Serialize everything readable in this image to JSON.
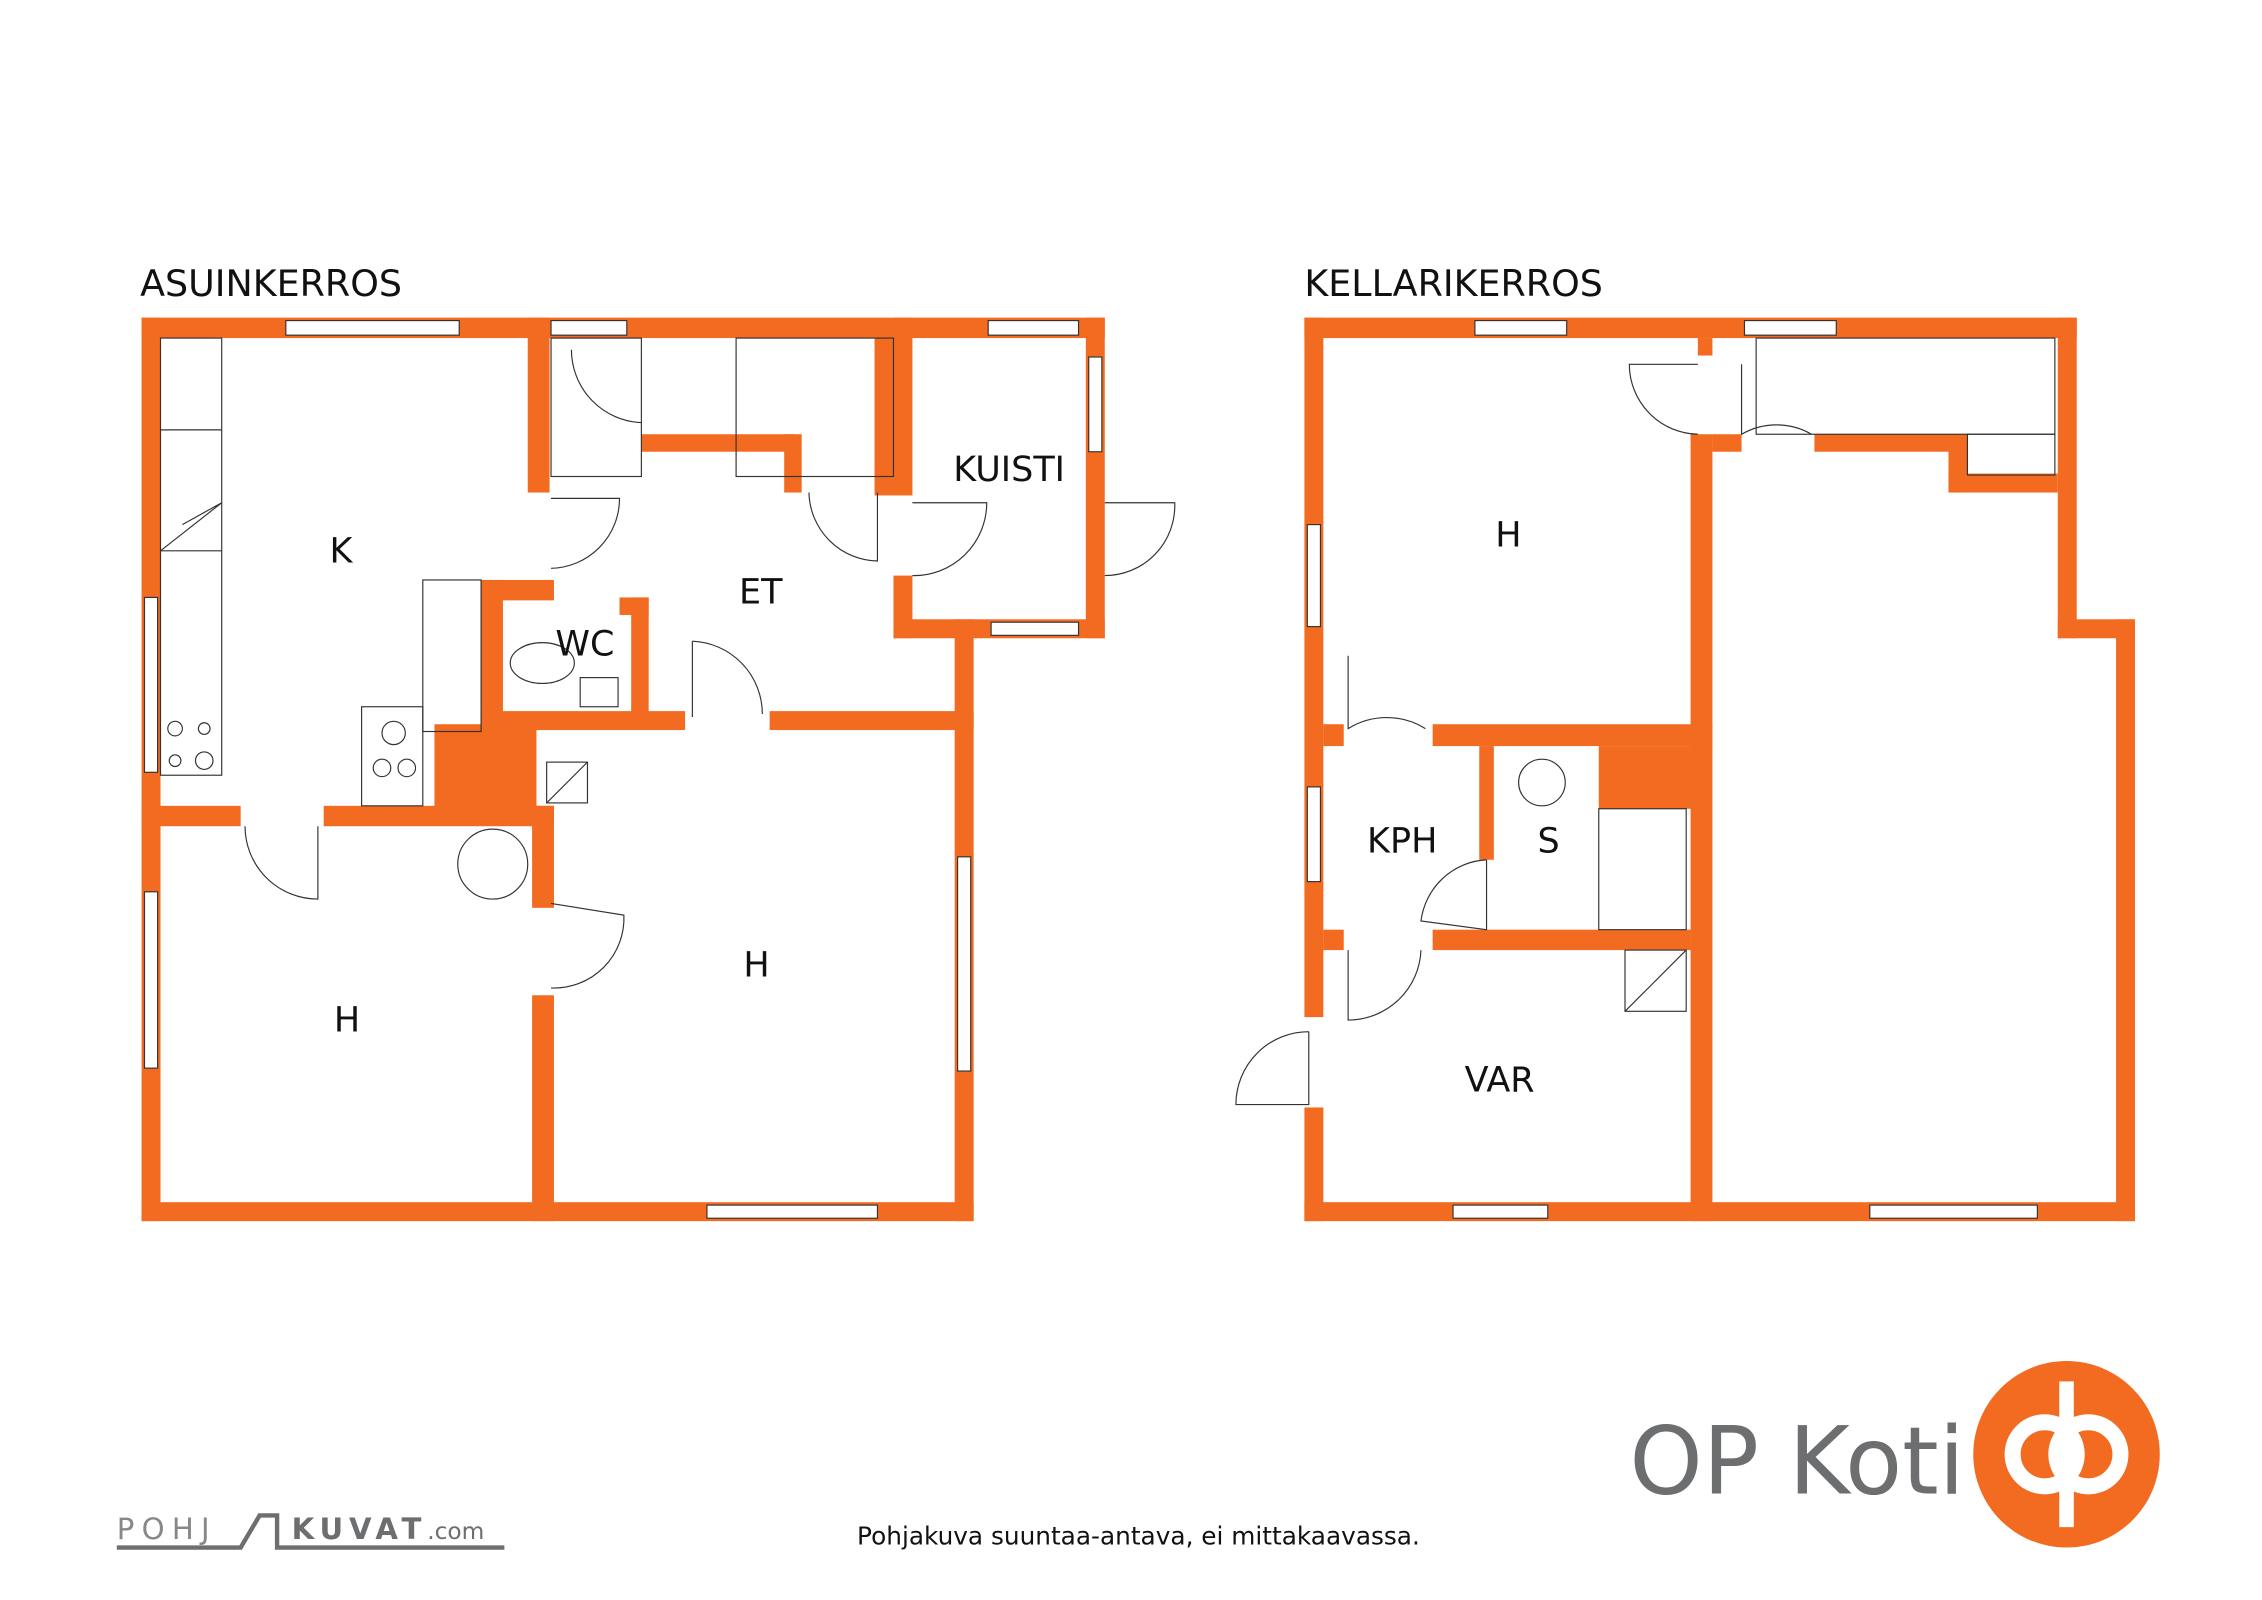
{
  "plans": [
    {
      "title": "ASUINKERROS",
      "rooms": [
        "K",
        "ET",
        "KUISTI",
        "WC",
        "H",
        "H"
      ]
    },
    {
      "title": "KELLARIKERROS",
      "rooms": [
        "H",
        "KPH",
        "S",
        "VAR"
      ]
    }
  ],
  "disclaimer": "Pohjakuva suuntaa-antava, ei mittakaavassa.",
  "branding": {
    "brand": "OP Koti",
    "credit_logo": "POHJAKUVAT.com",
    "accent_color": "#f26b21",
    "text_color": "#6d6e70"
  }
}
